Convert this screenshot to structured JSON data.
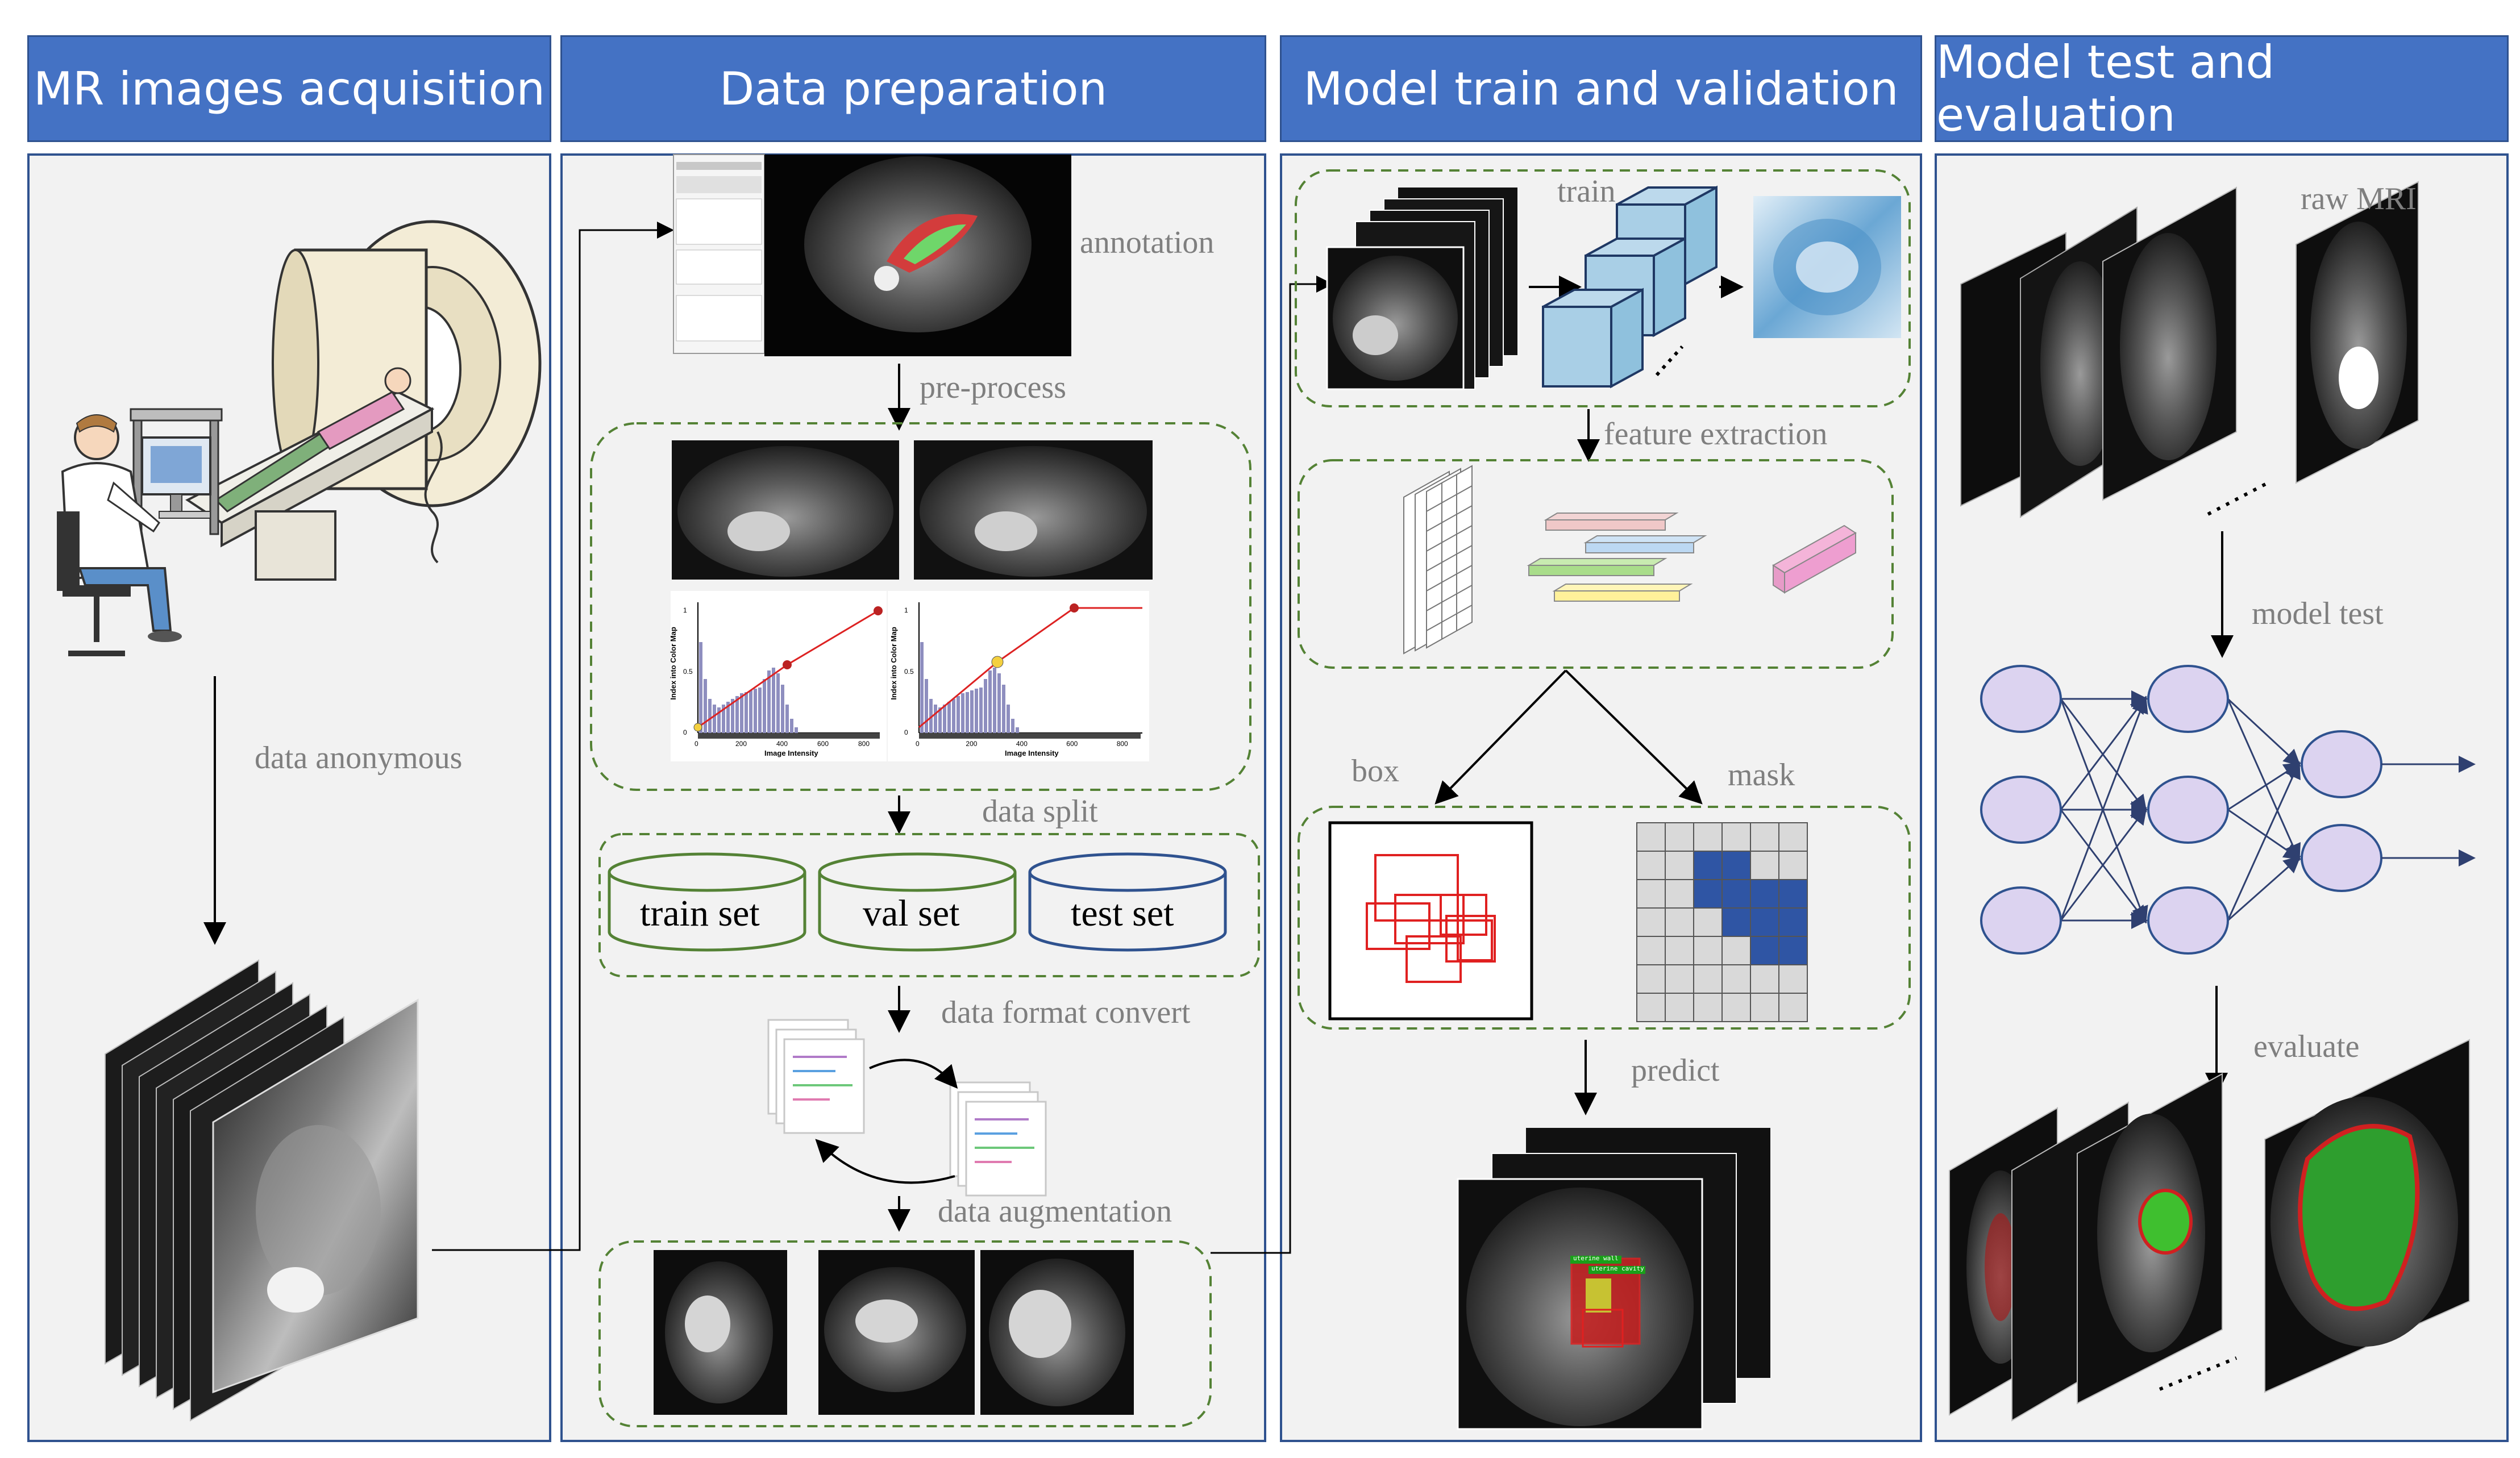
{
  "headers": [
    "MR images acquisition",
    "Data preparation",
    "Model train and validation",
    "Model test and evaluation"
  ],
  "panel1": {
    "anonymous_label": "data anonymous"
  },
  "panel2": {
    "annotation_label": "annotation",
    "preprocess_label": "pre-process",
    "split_label": "data split",
    "sets": [
      "train set",
      "val set",
      "test set"
    ],
    "format_label": "data format convert",
    "augmentation_label": "data augmentation",
    "histogram": {
      "ylabel": "Index into Color Map",
      "xlabel": "Image Intensity",
      "xticks": [
        "0",
        "200",
        "400",
        "600",
        "800"
      ],
      "yticks": [
        "0",
        "0.5",
        "1"
      ]
    }
  },
  "panel3": {
    "train_label": "train",
    "feature_label": "feature extraction",
    "box_label": "box",
    "mask_label": "mask",
    "predict_label": "predict",
    "overlay_text": [
      "uterine wall",
      "uterine cavity"
    ]
  },
  "panel4": {
    "raw_label": "raw MRI",
    "test_label": "model test",
    "evaluate_label": "evaluate"
  },
  "colors": {
    "header_bg": "#4472c4",
    "panel_border": "#2f528f",
    "dashed_green": "#548235",
    "train_set": "#548235",
    "val_set": "#548235",
    "test_set": "#2f528f",
    "box_red": "#e02020",
    "mask_blue": "#2f55a4",
    "node_fill": "#dcd3f0",
    "node_stroke": "#2f528f"
  }
}
